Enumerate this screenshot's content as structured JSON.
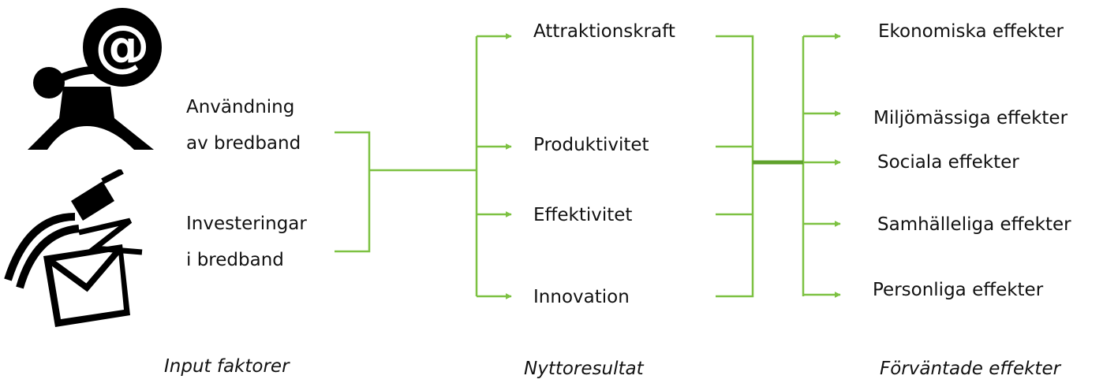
{
  "colors": {
    "connector": "#7dc142",
    "connector_dark": "#5fa22c",
    "text": "#111111"
  },
  "inputs": [
    {
      "line1": "Användning",
      "line2": "av bredband",
      "icon": "person-email-icon"
    },
    {
      "line1": "Investeringar",
      "line2": "i bredband",
      "icon": "plug-envelope-icon"
    }
  ],
  "results": [
    "Attraktionskraft",
    "Produktivitet",
    "Effektivitet",
    "Innovation"
  ],
  "effects": [
    "Ekonomiska effekter",
    "Miljömässiga effekter",
    "Sociala  effekter",
    "Samhälleliga effekter",
    "Personliga effekter"
  ],
  "columns": {
    "inputs": "Input faktorer",
    "results": "Nyttoresultat",
    "effects": "Förväntade  effekter"
  }
}
